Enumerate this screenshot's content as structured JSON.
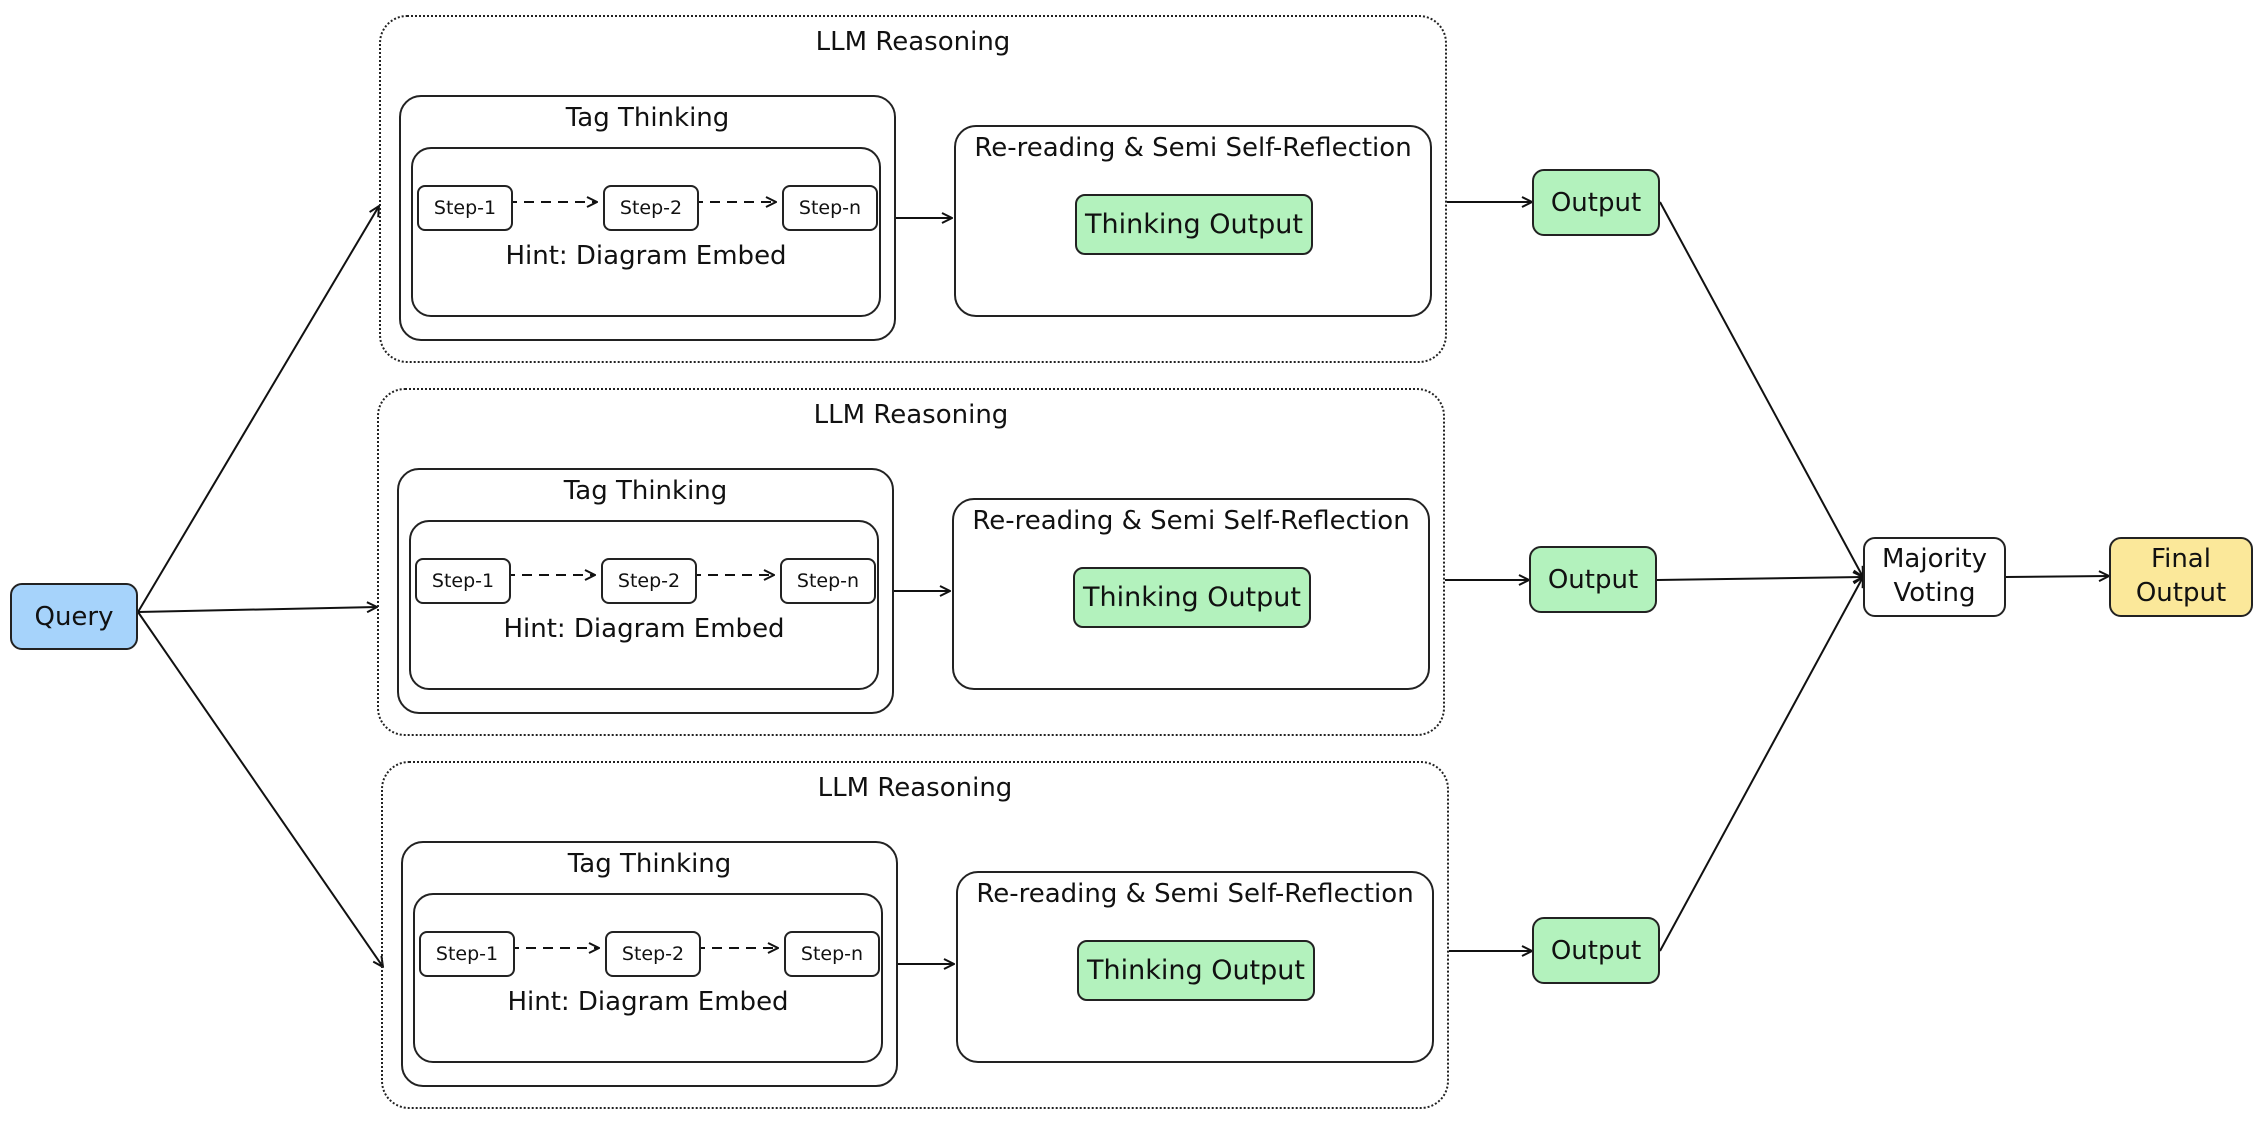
{
  "query": "Query",
  "pipelines": [
    {
      "title": "LLM Reasoning",
      "tag_title": "Tag Thinking",
      "steps": [
        "Step-1",
        "Step-2",
        "Step-n"
      ],
      "hint": "Hint: Diagram Embed",
      "reflection_title": "Re-reading & Semi Self-Reflection",
      "thinking_output": "Thinking Output",
      "output": "Output"
    },
    {
      "title": "LLM Reasoning",
      "tag_title": "Tag Thinking",
      "steps": [
        "Step-1",
        "Step-2",
        "Step-n"
      ],
      "hint": "Hint: Diagram Embed",
      "reflection_title": "Re-reading & Semi Self-Reflection",
      "thinking_output": "Thinking Output",
      "output": "Output"
    },
    {
      "title": "LLM Reasoning",
      "tag_title": "Tag Thinking",
      "steps": [
        "Step-1",
        "Step-2",
        "Step-n"
      ],
      "hint": "Hint: Diagram Embed",
      "reflection_title": "Re-reading & Semi Self-Reflection",
      "thinking_output": "Thinking Output",
      "output": "Output"
    }
  ],
  "majority_voting": [
    "Majority",
    "Voting"
  ],
  "final_output": [
    "Final",
    "Output"
  ],
  "colors": {
    "query": "#a6d3fb",
    "thinking_output": "#b3f2bd",
    "output": "#b3f2bd",
    "final_output": "#fbe89a"
  }
}
